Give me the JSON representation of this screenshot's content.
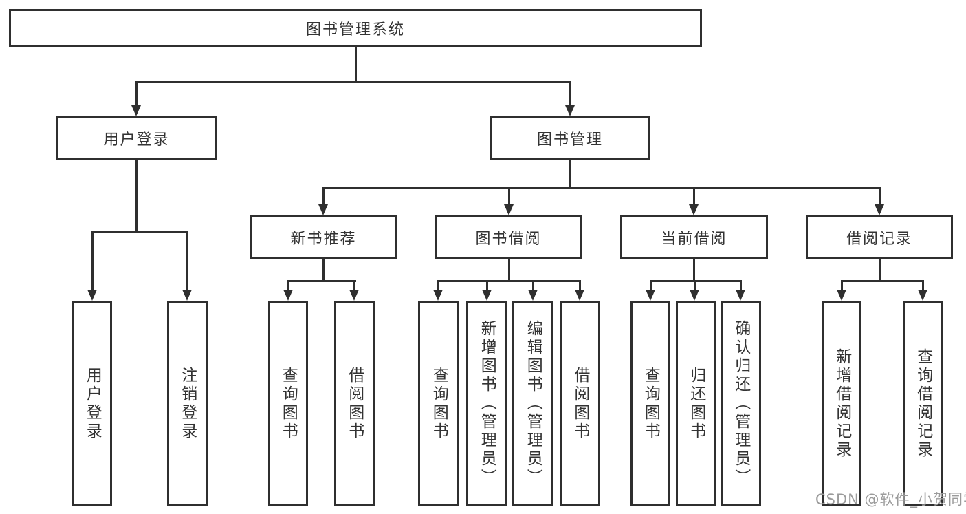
{
  "diagram": {
    "type": "tree",
    "tree": {
      "root": {
        "label": "图书管理系统"
      },
      "children": [
        {
          "label": "用户登录",
          "children": [
            {
              "label": "用户登录"
            },
            {
              "label": "注销登录"
            }
          ]
        },
        {
          "label": "图书管理",
          "children": [
            {
              "label": "新书推荐",
              "children": [
                {
                  "label": "查询图书"
                },
                {
                  "label": "借阅图书"
                }
              ]
            },
            {
              "label": "图书借阅",
              "children": [
                {
                  "label": "查询图书"
                },
                {
                  "label": "新增图书（管理员）"
                },
                {
                  "label": "编辑图书（管理员）"
                },
                {
                  "label": "借阅图书"
                }
              ]
            },
            {
              "label": "当前借阅",
              "children": [
                {
                  "label": "查询图书"
                },
                {
                  "label": "归还图书"
                },
                {
                  "label": "确认归还（管理员）"
                }
              ]
            },
            {
              "label": "借阅记录",
              "children": [
                {
                  "label": "新增借阅记录"
                },
                {
                  "label": "查询借阅记录"
                }
              ]
            }
          ]
        }
      ]
    },
    "colors": {
      "line": "#2f2f2f",
      "text": "#333333",
      "background": "#ffffff",
      "watermark": "#9b9b9b"
    }
  },
  "watermark": {
    "text": "CSDN @软件_小贺同学"
  }
}
